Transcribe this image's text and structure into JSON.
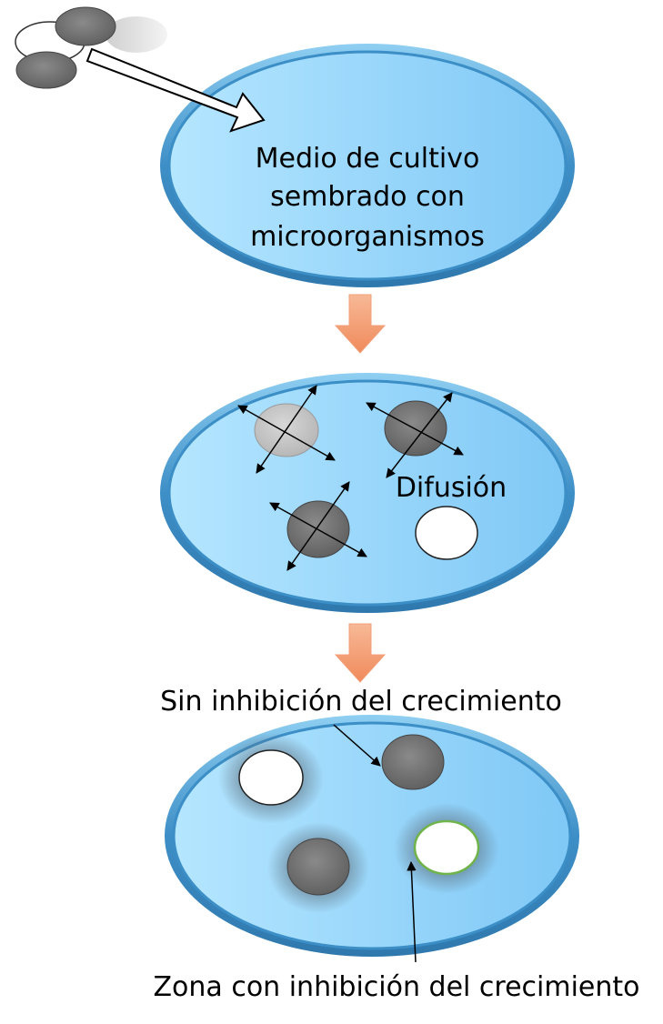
{
  "plate1": {
    "label_lines": [
      "Medio de cultivo",
      "sembrado con",
      "microorganismos"
    ]
  },
  "plate2": {
    "label": "Difusión"
  },
  "plate3": {
    "label_top": "Sin inhibición del crecimiento",
    "label_bottom": "Zona con inhibición del crecimiento"
  },
  "colors": {
    "plate_fill_light": "#b3e5ff",
    "plate_fill_dark": "#7cc9f7",
    "plate_rim": "#4a9fd4",
    "step_arrow": "#f4a77e",
    "disk_dark": "#777777",
    "disk_light": "#c8c8c8",
    "disk_white": "#ffffff",
    "inhibition_ring": "#6fb34a"
  },
  "icons": {
    "step_arrow": "down-arrow-icon",
    "diffusion": "crossed-double-arrow-icon",
    "pointer": "thin-pointer-arrow-icon"
  }
}
